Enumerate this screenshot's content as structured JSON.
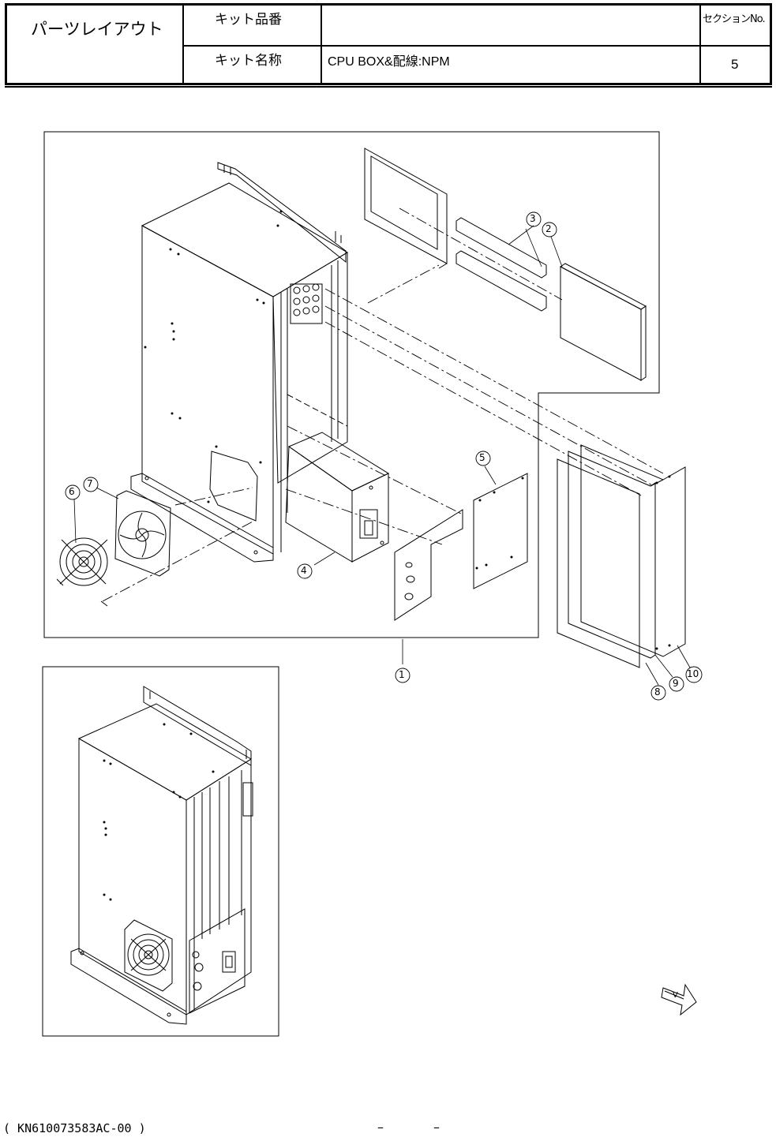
{
  "header": {
    "title": "パーツレイアウト",
    "kit_number_label": "キット品番",
    "kit_number_value": "",
    "kit_name_label": "キット名称",
    "kit_name_value": "CPU BOX&配線:NPM",
    "section_label": "セクションNo.",
    "section_value": "5"
  },
  "callouts": [
    "1",
    "2",
    "3",
    "4",
    "5",
    "6",
    "7",
    "8",
    "9",
    "10"
  ],
  "view_arrow_label": "V",
  "footer": {
    "code": "( KN610073583AC-00 )",
    "page_left": "–",
    "page_right": "–"
  }
}
